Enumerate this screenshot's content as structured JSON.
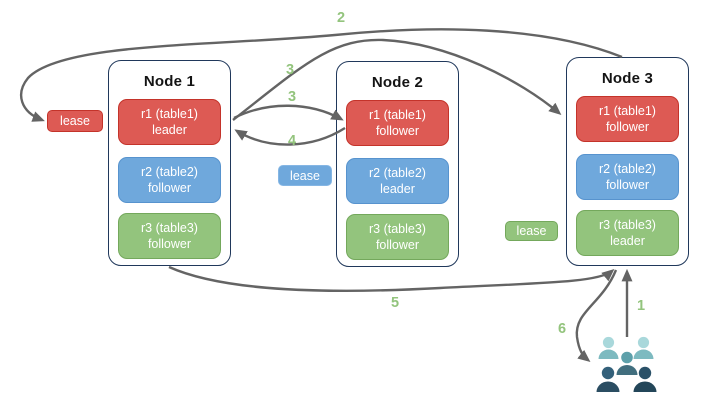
{
  "colors": {
    "red_fill": "#dd5a54",
    "red_border": "#c4332a",
    "blue_fill": "#6fa8dc",
    "blue_border": "#5793ce",
    "lease_blue_border": "#85b6e4",
    "green_fill": "#93c47d",
    "green_border": "#74a85c",
    "node_border": "#20385b",
    "title_color": "#141414",
    "arrow": "#646464",
    "label_green": "#93c47d",
    "people_back_head": "#a9d8db",
    "people_back_body": "#7dbac0",
    "people_mid_head": "#5da0aa",
    "people_mid_body": "#416e7e",
    "people_front_head": "#33607a",
    "people_front_body": "#2b4d62",
    "people_front2_head": "#2a5168",
    "people_front2_body": "#234659"
  },
  "nodes": [
    {
      "title": "Node 1",
      "replicas": [
        {
          "line1": "r1 (table1)",
          "line2": "leader",
          "color": "red"
        },
        {
          "line1": "r2 (table2)",
          "line2": "follower",
          "color": "blue"
        },
        {
          "line1": "r3 (table3)",
          "line2": "follower",
          "color": "green"
        }
      ]
    },
    {
      "title": "Node 2",
      "replicas": [
        {
          "line1": "r1 (table1)",
          "line2": "follower",
          "color": "red"
        },
        {
          "line1": "r2 (table2)",
          "line2": "leader",
          "color": "blue"
        },
        {
          "line1": "r3 (table3)",
          "line2": "follower",
          "color": "green"
        }
      ]
    },
    {
      "title": "Node 3",
      "replicas": [
        {
          "line1": "r1 (table1)",
          "line2": "follower",
          "color": "red"
        },
        {
          "line1": "r2 (table2)",
          "line2": "follower",
          "color": "blue"
        },
        {
          "line1": "r3 (table3)",
          "line2": "leader",
          "color": "green"
        }
      ]
    }
  ],
  "leases": [
    {
      "text": "lease",
      "color": "red"
    },
    {
      "text": "lease",
      "color": "blue"
    },
    {
      "text": "lease",
      "color": "green"
    }
  ],
  "arrow_labels": [
    {
      "text": "2"
    },
    {
      "text": "3"
    },
    {
      "text": "3"
    },
    {
      "text": "4"
    },
    {
      "text": "5"
    },
    {
      "text": "6"
    },
    {
      "text": "1"
    }
  ],
  "people_icon": {
    "name": "users-group-icon",
    "count": 5
  }
}
